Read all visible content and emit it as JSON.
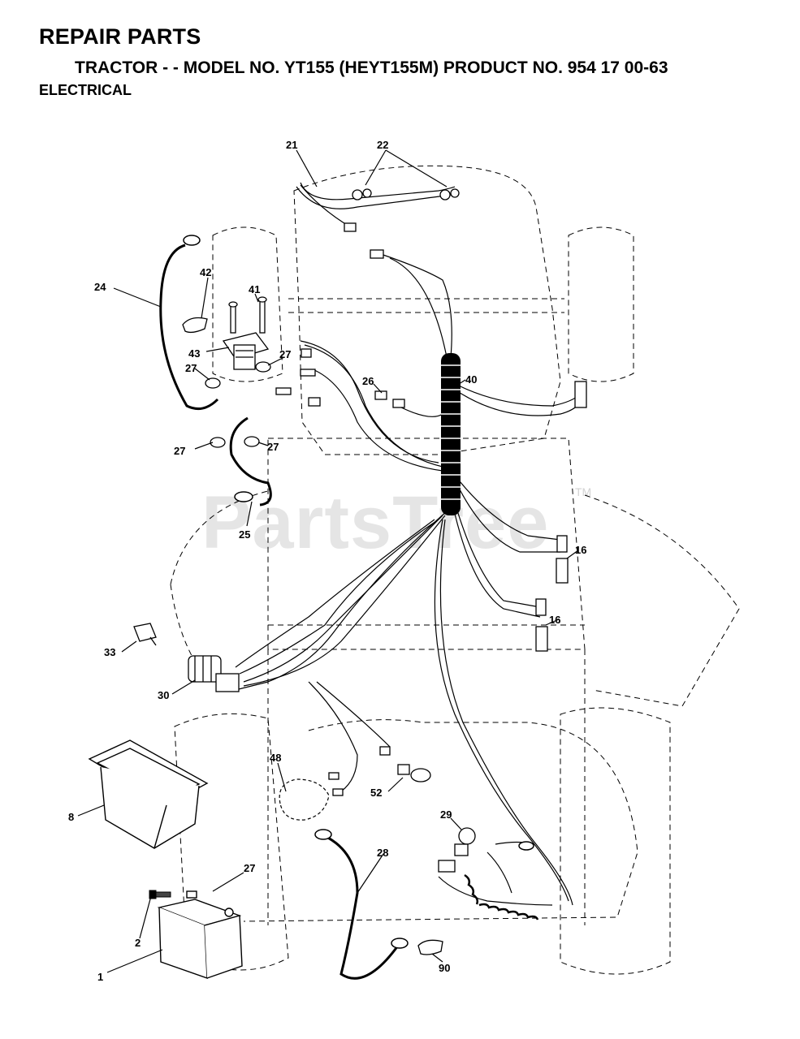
{
  "header": {
    "title": "REPAIR PARTS",
    "subtitle": "TRACTOR - - MODEL NO. YT155 (HEYT155M) PRODUCT NO. 954 17 00-63",
    "section": "ELECTRICAL"
  },
  "watermark": {
    "text": "PartsTree",
    "mark": "TM"
  },
  "callouts": [
    {
      "id": "c21",
      "label": "21"
    },
    {
      "id": "c22",
      "label": "22"
    },
    {
      "id": "c24",
      "label": "24"
    },
    {
      "id": "c42",
      "label": "42"
    },
    {
      "id": "c41",
      "label": "41"
    },
    {
      "id": "c43",
      "label": "43"
    },
    {
      "id": "c27a",
      "label": "27"
    },
    {
      "id": "c27b",
      "label": "27"
    },
    {
      "id": "c27c",
      "label": "27"
    },
    {
      "id": "c27d",
      "label": "27"
    },
    {
      "id": "c26",
      "label": "26"
    },
    {
      "id": "c40",
      "label": "40"
    },
    {
      "id": "c25",
      "label": "25"
    },
    {
      "id": "c16a",
      "label": "16"
    },
    {
      "id": "c16b",
      "label": "16"
    },
    {
      "id": "c33",
      "label": "33"
    },
    {
      "id": "c30",
      "label": "30"
    },
    {
      "id": "c48",
      "label": "48"
    },
    {
      "id": "c52",
      "label": "52"
    },
    {
      "id": "c8",
      "label": "8"
    },
    {
      "id": "c29",
      "label": "29"
    },
    {
      "id": "c28",
      "label": "28"
    },
    {
      "id": "c27e",
      "label": "27"
    },
    {
      "id": "c2",
      "label": "2"
    },
    {
      "id": "c1",
      "label": "1"
    },
    {
      "id": "c90",
      "label": "90"
    }
  ],
  "colors": {
    "line": "#000000",
    "dashed": "#000000",
    "watermark": "#bdbdbd"
  }
}
